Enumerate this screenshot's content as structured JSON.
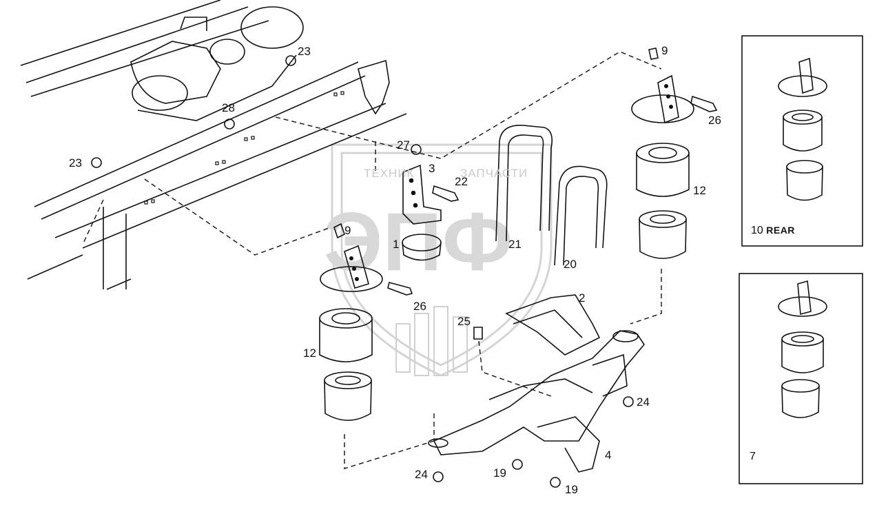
{
  "callouts": {
    "n23a": "23",
    "n28": "28",
    "n23b": "23",
    "n27": "27",
    "n3": "3",
    "n22": "22",
    "n9a": "9",
    "n1": "1",
    "n21": "21",
    "n20": "20",
    "n26a": "26",
    "n12a": "12",
    "n25": "25",
    "n2": "2",
    "n24a": "24",
    "n24b": "24",
    "n19a": "19",
    "n19b": "19",
    "n4": "4",
    "n9b": "9",
    "n26b": "26",
    "n12b": "12"
  },
  "insets": {
    "rear": {
      "number": "10",
      "tag": "REAR"
    },
    "front": {
      "number": "7"
    }
  },
  "watermark": {
    "left_word": "ТЕХНИК",
    "right_word": "ЗАПЧАСТИ",
    "logo": "ЭПФ",
    "color": "#cfcfcf"
  },
  "colors": {
    "line": "#111111",
    "watermark": "#cfcfcf"
  }
}
